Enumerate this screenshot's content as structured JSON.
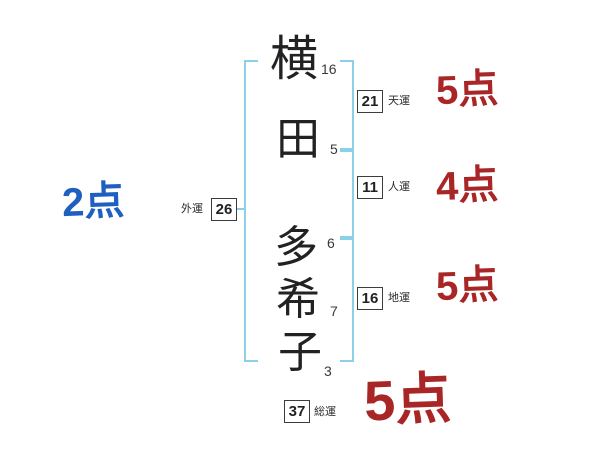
{
  "name": {
    "chars": [
      {
        "char": "横",
        "strokes": "16"
      },
      {
        "char": "田",
        "strokes": "5"
      },
      {
        "char": "多",
        "strokes": "6"
      },
      {
        "char": "希",
        "strokes": "7"
      },
      {
        "char": "子",
        "strokes": "3"
      }
    ]
  },
  "fortunes": {
    "ten": {
      "label": "天運",
      "value": "21",
      "score": "5点"
    },
    "jin": {
      "label": "人運",
      "value": "11",
      "score": "4点"
    },
    "chi": {
      "label": "地運",
      "value": "16",
      "score": "5点"
    },
    "gai": {
      "label": "外運",
      "value": "26",
      "score": "2点"
    },
    "sou": {
      "label": "総運",
      "value": "37",
      "score": "5点"
    }
  },
  "colors": {
    "bracket_blue": "#8ccfe8",
    "score_red": "#a82626",
    "score_blue": "#1e5fc0",
    "ink": "#222222"
  }
}
